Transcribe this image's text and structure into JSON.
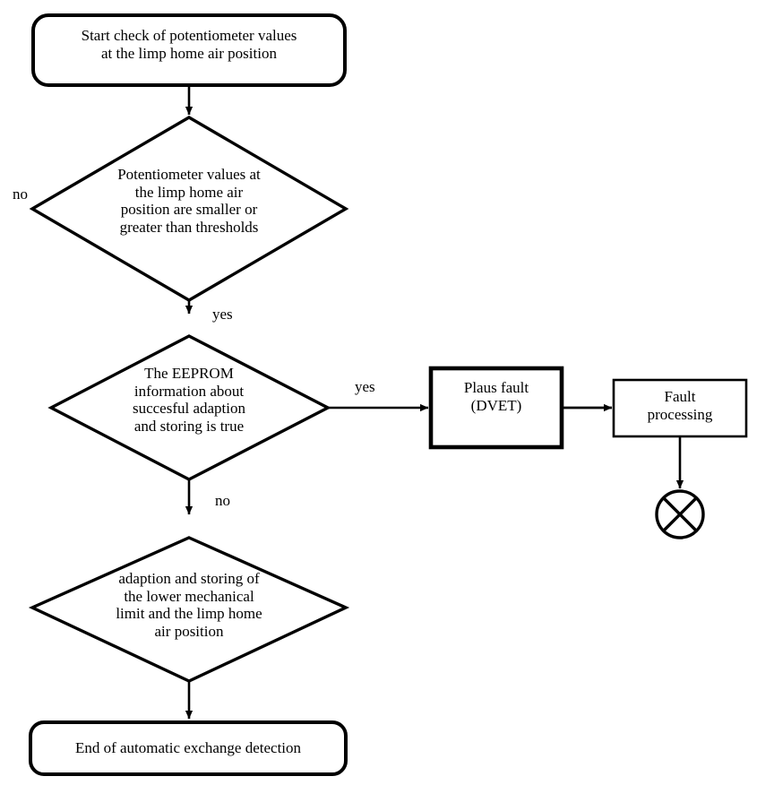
{
  "diagram": {
    "title": "Automatic exchange detection flowchart",
    "background_color": "#ffffff",
    "stroke_color": "#000000",
    "nodes": {
      "start": {
        "shape": "rounded-rectangle",
        "label": "Start check of potentiometer values\nat the limp home air position"
      },
      "decision_potentiometer": {
        "shape": "diamond",
        "label": "Potentiometer values at\nthe limp home air\nposition are smaller or\ngreater than thresholds"
      },
      "decision_eeprom": {
        "shape": "diamond",
        "label": "The EEPROM\ninformation about\nsuccesful adaption\nand storing is true"
      },
      "decision_adaption": {
        "shape": "diamond",
        "label": "adaption and storing of\nthe lower mechanical\nlimit and the limp home\nair position"
      },
      "plaus_fault": {
        "shape": "rectangle-thick",
        "label": "Plaus fault\n(DVET)"
      },
      "fault_processing": {
        "shape": "rectangle",
        "label": "Fault\nprocessing"
      },
      "end": {
        "shape": "rounded-rectangle",
        "label": "End of automatic exchange detection"
      },
      "terminator": {
        "shape": "circle-with-cross",
        "label": ""
      }
    },
    "edge_labels": {
      "potentiometer_no": "no",
      "potentiometer_yes": "yes",
      "eeprom_yes": "yes",
      "eeprom_no": "no"
    }
  }
}
